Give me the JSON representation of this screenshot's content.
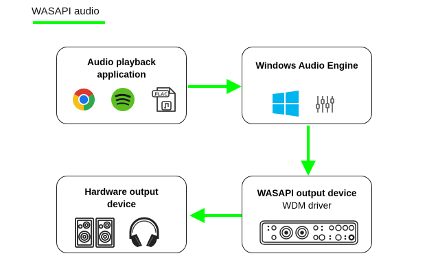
{
  "legend": {
    "label": "WASAPI audio",
    "color": "#00ff00"
  },
  "nodes": {
    "playback_app": {
      "title_line1": "Audio playback",
      "title_line2": "application",
      "icons": [
        "chrome-icon",
        "spotify-icon",
        "flac-file-icon"
      ]
    },
    "audio_engine": {
      "title": "Windows Audio Engine",
      "icons": [
        "windows-logo-icon",
        "mixer-sliders-icon"
      ]
    },
    "wasapi_device": {
      "title": "WASAPI output device",
      "subtitle": "WDM driver",
      "icons": [
        "audio-interface-icon"
      ]
    },
    "hardware_device": {
      "title_line1": "Hardware output",
      "title_line2": "device",
      "icons": [
        "speakers-icon",
        "headphones-icon"
      ]
    }
  },
  "edges": [
    {
      "from": "playback_app",
      "to": "audio_engine"
    },
    {
      "from": "audio_engine",
      "to": "wasapi_device"
    },
    {
      "from": "wasapi_device",
      "to": "hardware_device"
    }
  ],
  "colors": {
    "flow": "#00ff00",
    "windows": "#00b4ef",
    "spotify": "#5bbf21",
    "chrome_red": "#db3a2e",
    "chrome_yellow": "#f5c01a",
    "chrome_green": "#2fa84f",
    "chrome_blue": "#1a73e8"
  }
}
